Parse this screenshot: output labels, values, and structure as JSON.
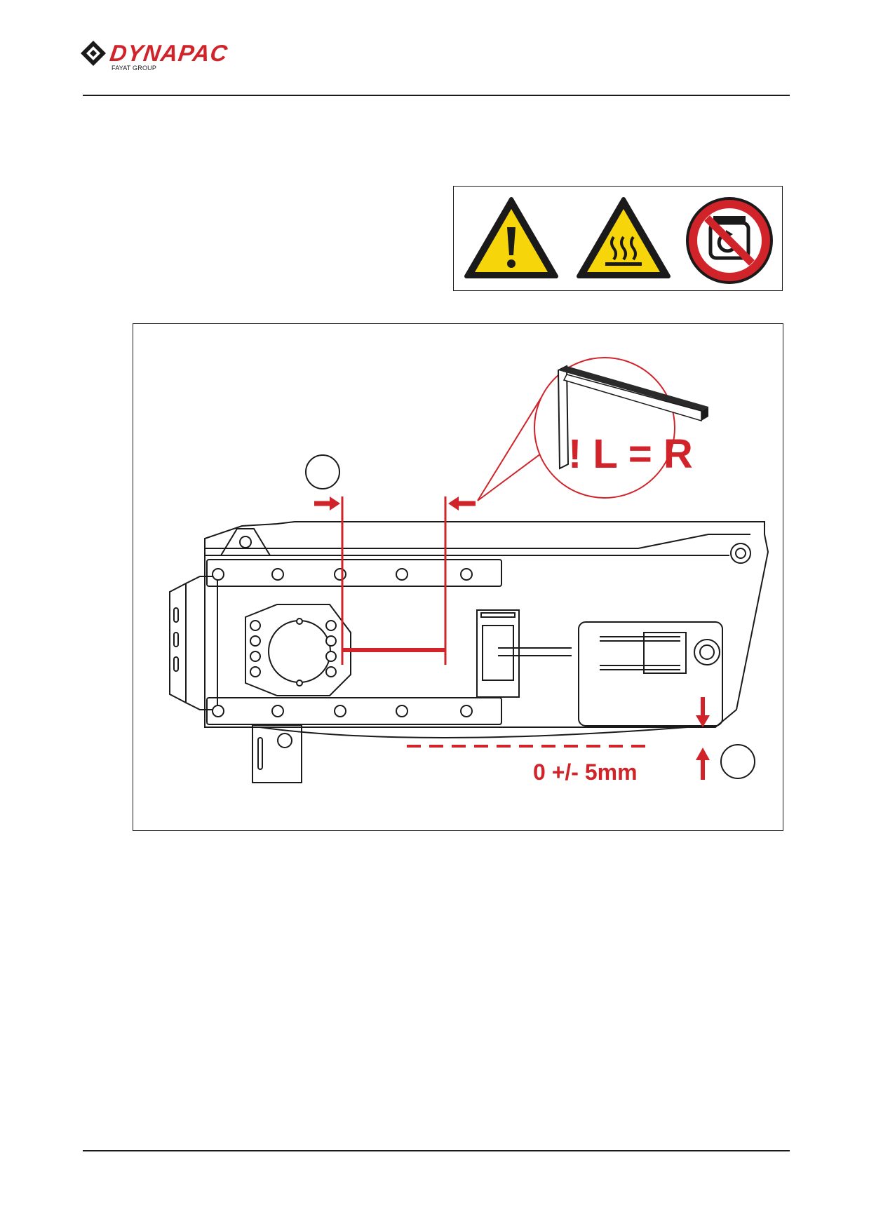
{
  "header": {
    "brand": "DYNAPAC",
    "group": "FAYAT GROUP",
    "brand_color": "#d0232a"
  },
  "symbols": [
    {
      "name": "general-warning-icon",
      "color": "#f6d60b"
    },
    {
      "name": "hot-surface-icon",
      "color": "#f6d60b"
    },
    {
      "name": "engine-running-prohibited-icon",
      "color": "#d0232a"
    }
  ],
  "figure": {
    "callout_text": "! L = R",
    "tolerance_text": "0 +/- 5mm",
    "annotation_color": "#d0232a"
  }
}
